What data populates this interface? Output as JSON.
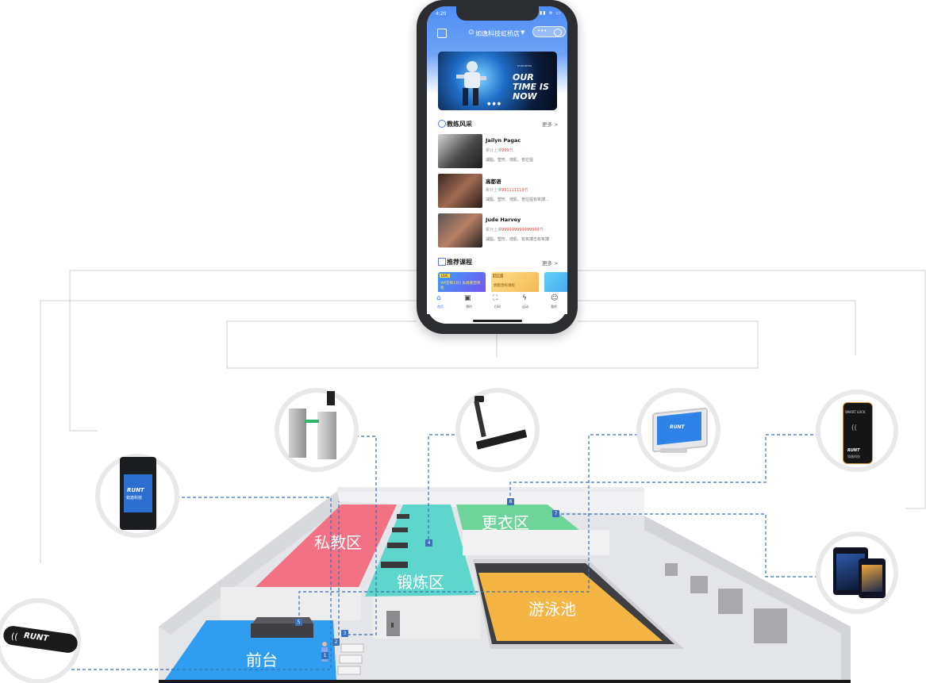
{
  "phone": {
    "status_time": "4:20",
    "store_name": "如逸科技虹桥店",
    "banner": {
      "headline": "OUR TIME IS NOW",
      "brand": "STRIKERS"
    },
    "coaches_section": {
      "title": "教练风采",
      "more": "更多 >"
    },
    "coaches": [
      {
        "name": "Jailyn Pagac",
        "meta_prefix": "累计上课",
        "count": "999",
        "meta_suffix": "节",
        "tags": "减脂、塑形、增肌、普拉提"
      },
      {
        "name": "高都语",
        "meta_prefix": "累计上课",
        "count": "991111119",
        "meta_suffix": "节",
        "tags": "减脂、塑形、增肌、普拉提有氧搏..."
      },
      {
        "name": "Jude Harvey",
        "meta_prefix": "累计上课",
        "count": "999999999999999",
        "meta_suffix": "节",
        "tags": "减脂、塑形、增肌、有氧搏击有氧搏"
      }
    ],
    "courses_section": {
      "title": "推荐课程",
      "more": "更多 >"
    },
    "courses": [
      {
        "tag": "LIVE",
        "text": "VIP定制1对1 私教重塑课程"
      },
      {
        "tag": "LIVE",
        "text": "燃脂塑形课程"
      }
    ],
    "tabs": [
      {
        "icon": "home-icon",
        "label": "首页"
      },
      {
        "icon": "calendar-icon",
        "label": "预约"
      },
      {
        "icon": "scan-icon",
        "label": "扫码"
      },
      {
        "icon": "bolt-icon",
        "label": "运动"
      },
      {
        "icon": "user-icon",
        "label": "我的"
      }
    ]
  },
  "zones": {
    "private": "私教区",
    "training": "锻炼区",
    "locker": "更衣区",
    "pool": "游泳池",
    "front": "前台"
  },
  "markers": [
    "1",
    "2",
    "3",
    "4",
    "5",
    "6",
    "7"
  ],
  "devices": {
    "face_terminal": {
      "brand": "RUNT",
      "sub": "如逸科技"
    },
    "smart_lock": {
      "label": "SMART LOCK",
      "brand": "RUNT",
      "sub": "如逸科技"
    },
    "tablet": {
      "brand": "RUNT"
    },
    "wristband": {
      "brand": "RUNT"
    }
  },
  "colors": {
    "accent": "#4f8df5",
    "private_zone": "#f27185",
    "training_zone": "#5fd6cc",
    "locker_zone": "#6fd49a",
    "pool_zone": "#f5b544",
    "front_zone": "#2f9ef0",
    "connector": "#3b6fb6"
  }
}
